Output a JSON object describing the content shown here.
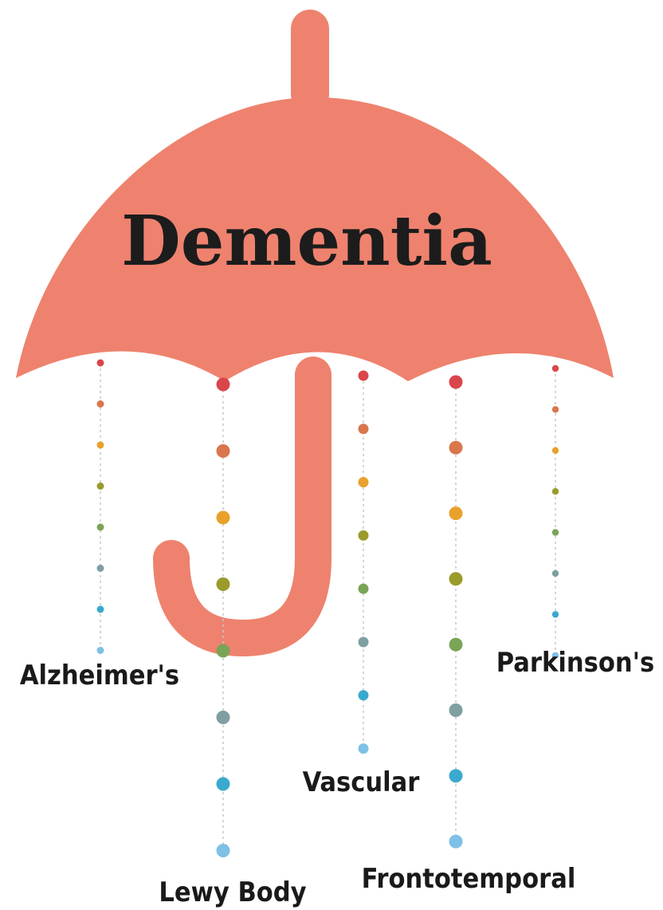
{
  "title": "Dementia",
  "colors": {
    "umbrella": "#ee826e",
    "drop_palette": [
      "#d9464b",
      "#d9764c",
      "#e9a12c",
      "#9a9b2b",
      "#7aa456",
      "#7f9fa1",
      "#3aa9cf",
      "#7ec0e6"
    ]
  },
  "types": [
    {
      "label": "Alzheimer's"
    },
    {
      "label": "Lewy Body"
    },
    {
      "label": "Vascular"
    },
    {
      "label": "Frontotemporal"
    },
    {
      "label": "Parkinson's"
    }
  ]
}
